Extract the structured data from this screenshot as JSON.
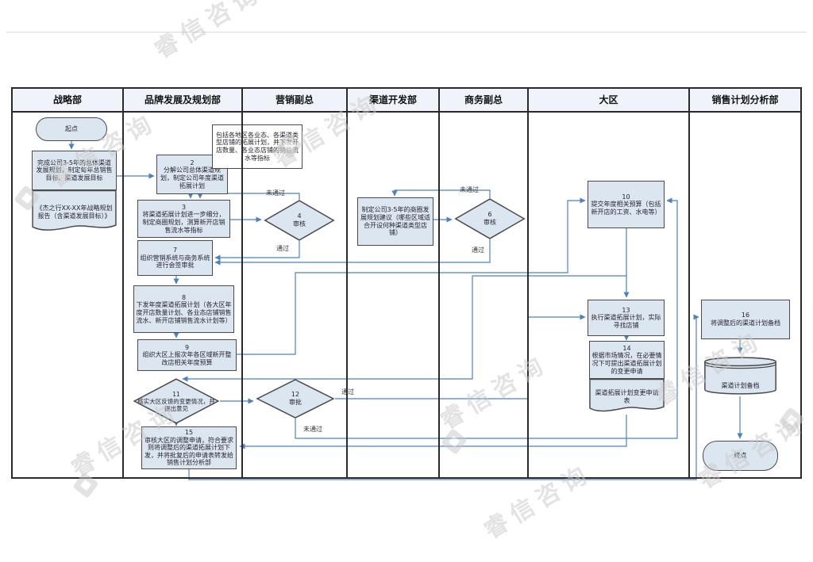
{
  "watermark": {
    "text": "睿信咨询"
  },
  "lanes": [
    {
      "title": "战略部"
    },
    {
      "title": "品牌发展及规划部"
    },
    {
      "title": "营销副总"
    },
    {
      "title": "渠道开发部"
    },
    {
      "title": "商务副总"
    },
    {
      "title": "大区"
    },
    {
      "title": "销售计划分析部"
    }
  ],
  "labels": {
    "pass": "通过",
    "fail": "未通过"
  },
  "nodes": {
    "start": {
      "text": "起点"
    },
    "n1": {
      "text": "完成公司3-5年的总体渠道发展规划，制定每年总销售目标、渠道发展目标"
    },
    "n1_doc": {
      "text": "《杰之行XX-XX年战略规划报告（含渠道发展目标）》"
    },
    "note": {
      "text": "包括各地区各业态、各渠道类型店铺的拓展计划，并下发开店数量、各业态店铺的销售流水等指标"
    },
    "n2": {
      "num": "2",
      "text": "分解公司总体渠道规划，制定公司年度渠道拓展计划"
    },
    "n3": {
      "num": "3",
      "text": "将渠道拓展计划进一步细分，制定商圈规划，测算新开店销售流水等指标"
    },
    "n4": {
      "num": "4",
      "text": "审核"
    },
    "n5": {
      "text": "制定公司3-5年的商圈发展规划建议（哪些区域适合开设何种渠道类型店铺）"
    },
    "n6": {
      "num": "6",
      "text": "审核"
    },
    "n7": {
      "num": "7",
      "text": "组织营销系统与商务系统进行会签审批"
    },
    "n8": {
      "num": "8",
      "text": "下发年度渠道拓展计划（各大区年度开店数量计划、各业态店铺销售流水、新开店铺销售流水计划等）"
    },
    "n9": {
      "num": "9",
      "text": "组织大区上报次年各区域新开整改店相关年度预算"
    },
    "n10": {
      "num": "10",
      "text": "提交年度相关预算（包括新开店的工资、水电等）"
    },
    "n11": {
      "num": "11",
      "text": "核实大区反馈的变更情况，并提出意见"
    },
    "n12": {
      "num": "12",
      "text": "审批"
    },
    "n13": {
      "num": "13",
      "text": "执行渠道拓展计划，实际寻找店铺"
    },
    "n14": {
      "num": "14",
      "text": "根据市场情况，在必要情况下可提出渠道拓展计划的变更申请"
    },
    "n14_doc": {
      "text": "渠道拓展计划变更申请表"
    },
    "n15": {
      "num": "15",
      "text": "审核大区的调整申请，符合要求则将调整后的渠道拓展计划下发，并将批复后的申请表转发给销售计划分析部"
    },
    "n16": {
      "num": "16",
      "text": "将调整后的渠道计划备档"
    },
    "db": {
      "text": "渠道计划备档"
    },
    "end": {
      "text": "终点"
    }
  }
}
